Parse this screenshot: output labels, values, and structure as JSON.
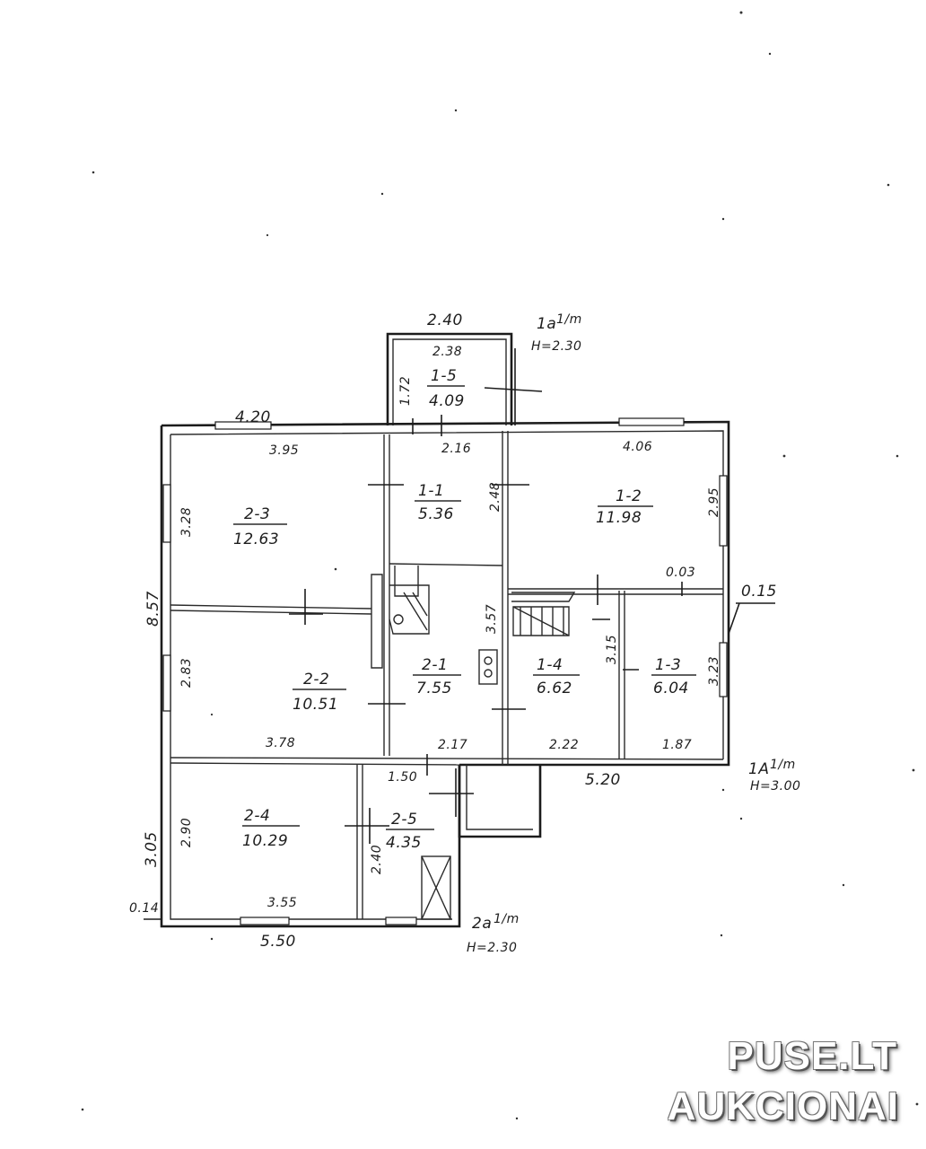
{
  "plan": {
    "rooms": [
      {
        "id": "1-5",
        "area": "4.09"
      },
      {
        "id": "1-1",
        "area": "5.36"
      },
      {
        "id": "1-2",
        "area": "11.98"
      },
      {
        "id": "2-3",
        "area": "12.63"
      },
      {
        "id": "2-2",
        "area": "10.51"
      },
      {
        "id": "2-1",
        "area": "7.55"
      },
      {
        "id": "1-4",
        "area": "6.62"
      },
      {
        "id": "1-3",
        "area": "6.04"
      },
      {
        "id": "2-4",
        "area": "10.29"
      },
      {
        "id": "2-5",
        "area": "4.35"
      }
    ],
    "dimensions": {
      "d_2_40": "2.40",
      "d_2_38": "2.38",
      "d_1_72": "1.72",
      "d_4_20": "4.20",
      "d_3_95": "3.95",
      "d_2_16": "2.16",
      "d_4_06": "4.06",
      "d_3_28": "3.28",
      "d_2_48": "2.48",
      "d_2_95": "2.95",
      "d_0_03": "0.03",
      "d_0_15": "0.15",
      "d_8_57": "8.57",
      "d_3_57": "3.57",
      "d_3_15": "3.15",
      "d_3_23": "3.23",
      "d_2_83": "2.83",
      "d_3_78": "3.78",
      "d_2_17": "2.17",
      "d_2_22": "2.22",
      "d_1_87": "1.87",
      "d_1_50": "1.50",
      "d_5_20": "5.20",
      "d_3_05": "3.05",
      "d_2_90": "2.90",
      "d_2_40b": "2.40",
      "d_0_14": "0.14",
      "d_3_55": "3.55",
      "d_5_50": "5.50"
    },
    "annexes": [
      {
        "code": "1a",
        "fraction": "1/m",
        "height": "H=2.30"
      },
      {
        "code": "1A",
        "fraction": "1/m",
        "height": "H=3.00"
      },
      {
        "code": "2a",
        "fraction": "1/m",
        "height": "H=2.30"
      }
    ]
  },
  "watermark": {
    "line1": "PUSE.LT",
    "line2": "AUKCIONAI"
  }
}
